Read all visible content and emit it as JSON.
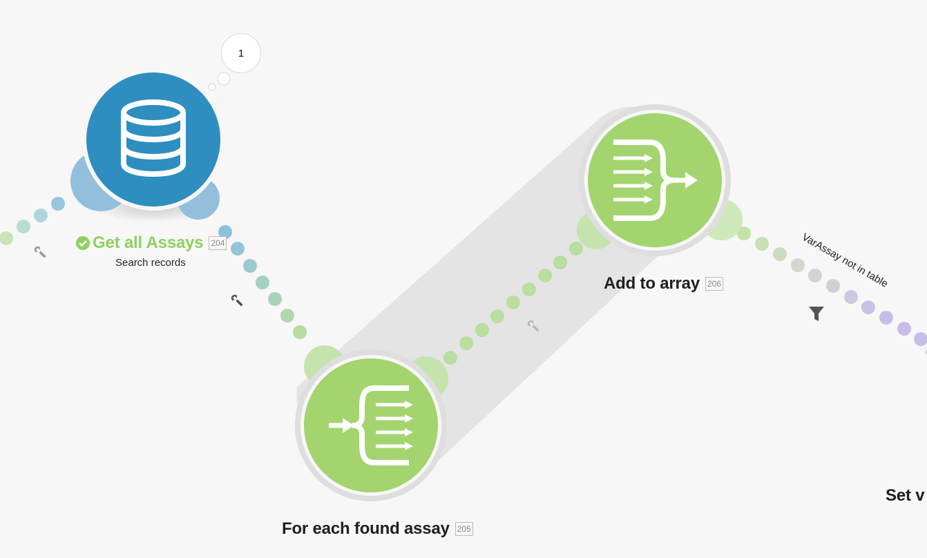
{
  "modules": [
    {
      "title": "Get all Assays",
      "id": "204",
      "subtitle": "Search records",
      "status": "success"
    },
    {
      "title": "For each found assay",
      "id": "205"
    },
    {
      "title": "Add to array",
      "id": "206"
    },
    {
      "title": "Set v"
    }
  ],
  "run_bubble": {
    "count": "1"
  },
  "route_filter": {
    "label": "VarAssay not in table"
  },
  "colors": {
    "datastore_blue": "#2e8ec0",
    "flow_green": "#a3d46e",
    "connector_blue": "#8cc0dd",
    "connector_green": "#b9dea0",
    "connector_purple": "#c8bde6",
    "canvas_background": "#f7f7f7",
    "success_green": "#8fd05e"
  },
  "icons": [
    "datastore-cylinder-icon",
    "iterator-icon",
    "aggregator-icon",
    "wrench-icon",
    "filter-icon",
    "check-circle-icon"
  ]
}
